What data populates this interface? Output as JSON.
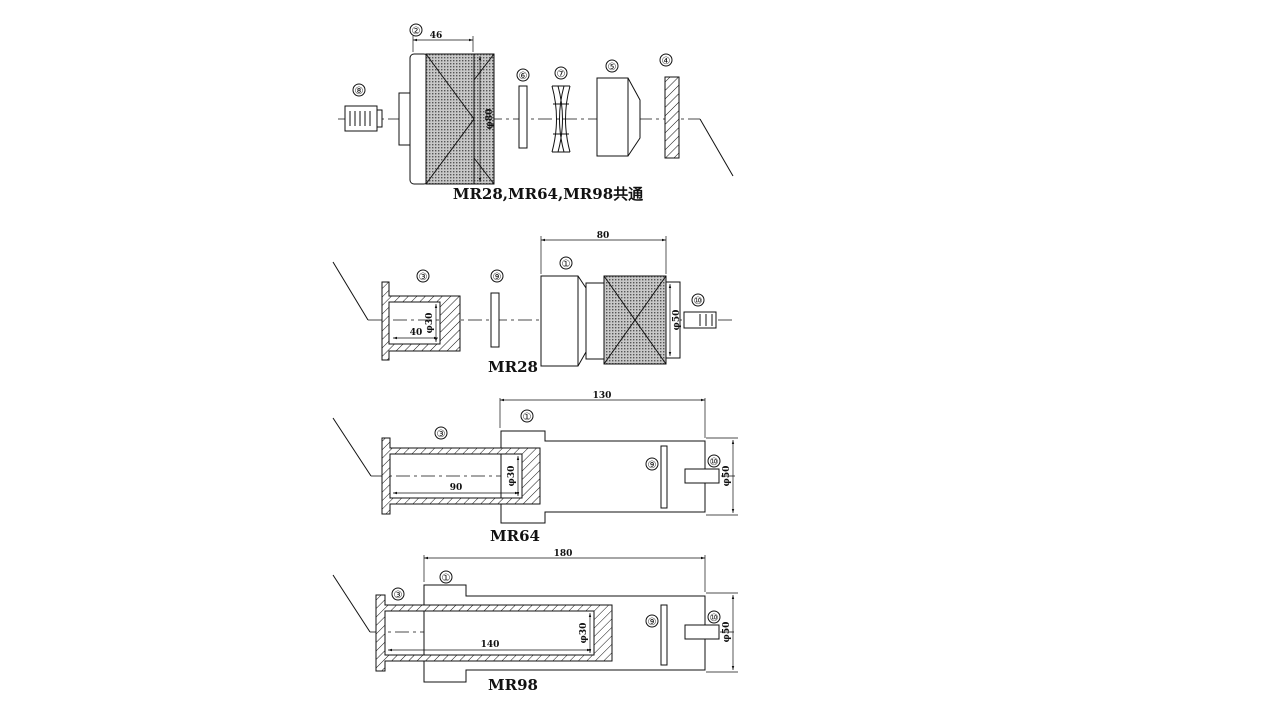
{
  "sections": {
    "common": {
      "caption": "MR28,MR64,MR98共通",
      "dims": {
        "width": "46",
        "dia": "φ80"
      },
      "parts": [
        "⑧",
        "②",
        "⑥",
        "⑦",
        "⑤",
        "④"
      ]
    },
    "mr28": {
      "caption": "MR28",
      "dims": {
        "overall": "80",
        "tube_len": "40",
        "tube_dia": "φ30",
        "dia": "φ50"
      },
      "parts": [
        "③",
        "⑨",
        "①",
        "⑩"
      ]
    },
    "mr64": {
      "caption": "MR64",
      "dims": {
        "overall": "130",
        "tube_len": "90",
        "tube_dia": "φ30",
        "dia": "φ50"
      },
      "parts": [
        "①",
        "③",
        "⑨",
        "⑩"
      ]
    },
    "mr98": {
      "caption": "MR98",
      "dims": {
        "overall": "180",
        "tube_len": "140",
        "tube_dia": "φ30",
        "dia": "φ50"
      },
      "parts": [
        "①",
        "③",
        "⑨",
        "⑩"
      ]
    }
  }
}
